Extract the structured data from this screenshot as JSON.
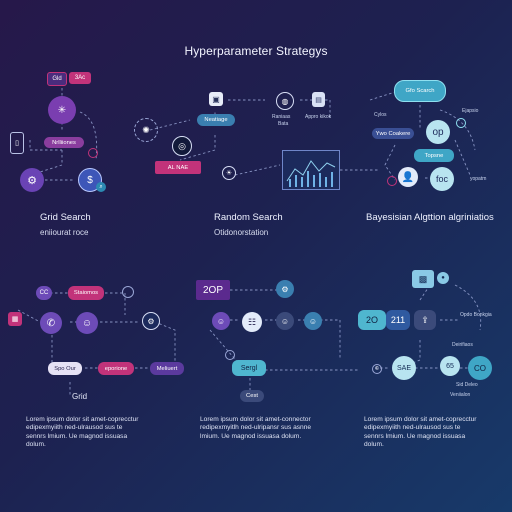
{
  "title": "Hyperparameter Strategys",
  "sections": {
    "grid": {
      "heading": "Grid Search",
      "sub": "eniiourat roce"
    },
    "random": {
      "heading": "Random Search",
      "sub": "Otidonorstation"
    },
    "bayes": {
      "heading": "Bayesisian Algttion algriniatios"
    }
  },
  "top_left": {
    "tag1": "Gld",
    "tag2": "3Ac",
    "pill": "Nrlliiones"
  },
  "top_mid": {
    "pill1": "Neatiage",
    "pill2": "AL NAE",
    "lbl1": "Raniaas",
    "lbl2": "Bata",
    "lbl3": "Appro kikok"
  },
  "top_right": {
    "cloud": "Gfo Scarch",
    "pill1": "Ywo Coakere",
    "op": "op",
    "pill2": "Topsne",
    "foc": "foc",
    "lbl1": "Cylos",
    "lbl2": "Ejapsio",
    "lbl3": "yopatm"
  },
  "bottom_left": {
    "cc": "CC",
    "pill1": "Staiomos",
    "pill2": "Spo Our",
    "pill3": "eporione",
    "pill4": "Meliuert",
    "grid": "Grid"
  },
  "bottom_mid": {
    "badge": "2OP",
    "pill1": "Sergl",
    "pill2": "Cest"
  },
  "bottom_right": {
    "b1": "2O",
    "b2": "211",
    "lbl1": "Opdo Bonkgia",
    "lbl2": "Deirifiaos",
    "c1": "SAE",
    "c2": "65",
    "c3": "CO",
    "lbl3": "Sid Deleo",
    "lbl4": "Veniialon"
  },
  "lorem": {
    "col1": "Lorem ipsum dolor sit amet-coprecctur edipexmyiith ned-ulrausod sus te sennrs lmium. Ue magnod issuasa dolum.",
    "col2": "Lorem ipsum dolor sit amet-connector redipexmyitlh ned-ulripansr sus asnne lmium. Ue magnod issuasa dolum.",
    "col3": "Lorem ipsum dolor sit amet-coprecctur edipexmyiith ned-ulrausod sus te sennrs lmium. Ue magnod issuasa dolum."
  },
  "colors": {
    "magenta": "#c2337a",
    "purple": "#5b3a9e",
    "violet": "#6d4bb8",
    "teal": "#3a7fb0",
    "cyan": "#4fb6cf",
    "slate": "#3b4a7a"
  }
}
